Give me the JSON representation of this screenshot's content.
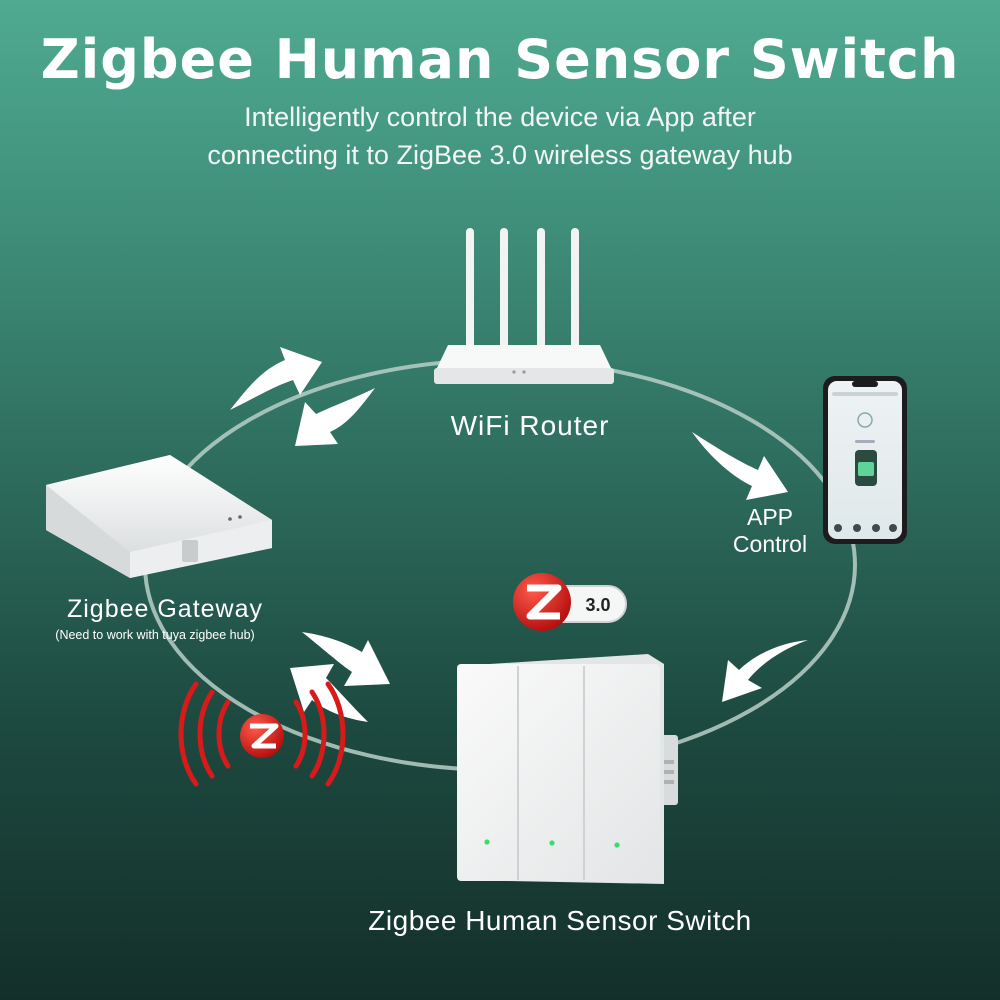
{
  "header": {
    "title": "Zigbee Human Sensor Switch",
    "subtitle_lines": [
      "Intelligently control the device via App after",
      "connecting it to ZigBee 3.0 wireless gateway hub"
    ]
  },
  "nodes": {
    "router": {
      "label": "WiFi Router"
    },
    "app": {
      "label_lines": [
        "APP",
        "Control"
      ]
    },
    "gateway": {
      "label": "Zigbee Gateway",
      "note": "(Need to work with tuya zigbee hub)"
    },
    "switch": {
      "label": "Zigbee Human Sensor Switch"
    }
  },
  "badge": {
    "version": "3.0"
  },
  "colors": {
    "zigbee_red": "#d91a1a",
    "ring": "#b8cfc7",
    "arrow": "#ffffff",
    "device_white": "#f4f5f5",
    "led_green": "#35e06a"
  }
}
